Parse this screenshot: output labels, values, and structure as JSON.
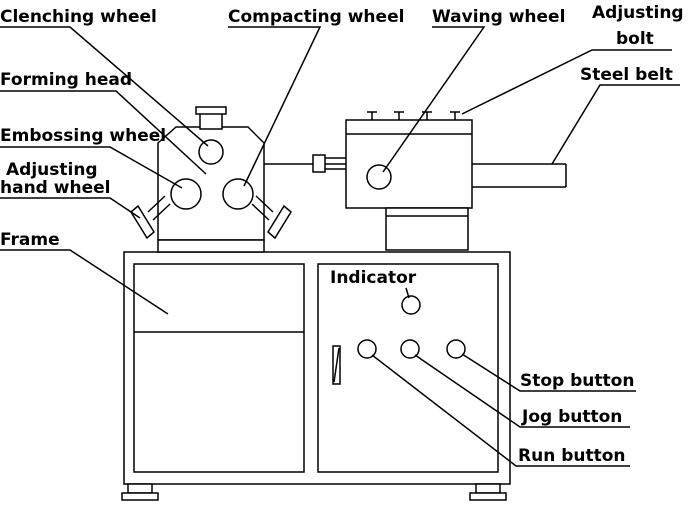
{
  "labels": {
    "clenching_wheel": "Clenching wheel",
    "compacting_wheel": "Compacting wheel",
    "waving_wheel": "Waving wheel",
    "adjusting_bolt_1": "Adjusting",
    "adjusting_bolt_2": "bolt",
    "steel_belt": "Steel belt",
    "forming_head": "Forming head",
    "embossing_wheel": "Embossing wheel",
    "adjusting_hand_wheel_1": "Adjusting",
    "adjusting_hand_wheel_2": "hand wheel",
    "frame": "Frame",
    "indicator": "Indicator",
    "stop_button": "Stop button",
    "jog_button": "Jog button",
    "run_button": "Run button"
  },
  "colors": {
    "line": "#000000",
    "background": "#ffffff"
  }
}
